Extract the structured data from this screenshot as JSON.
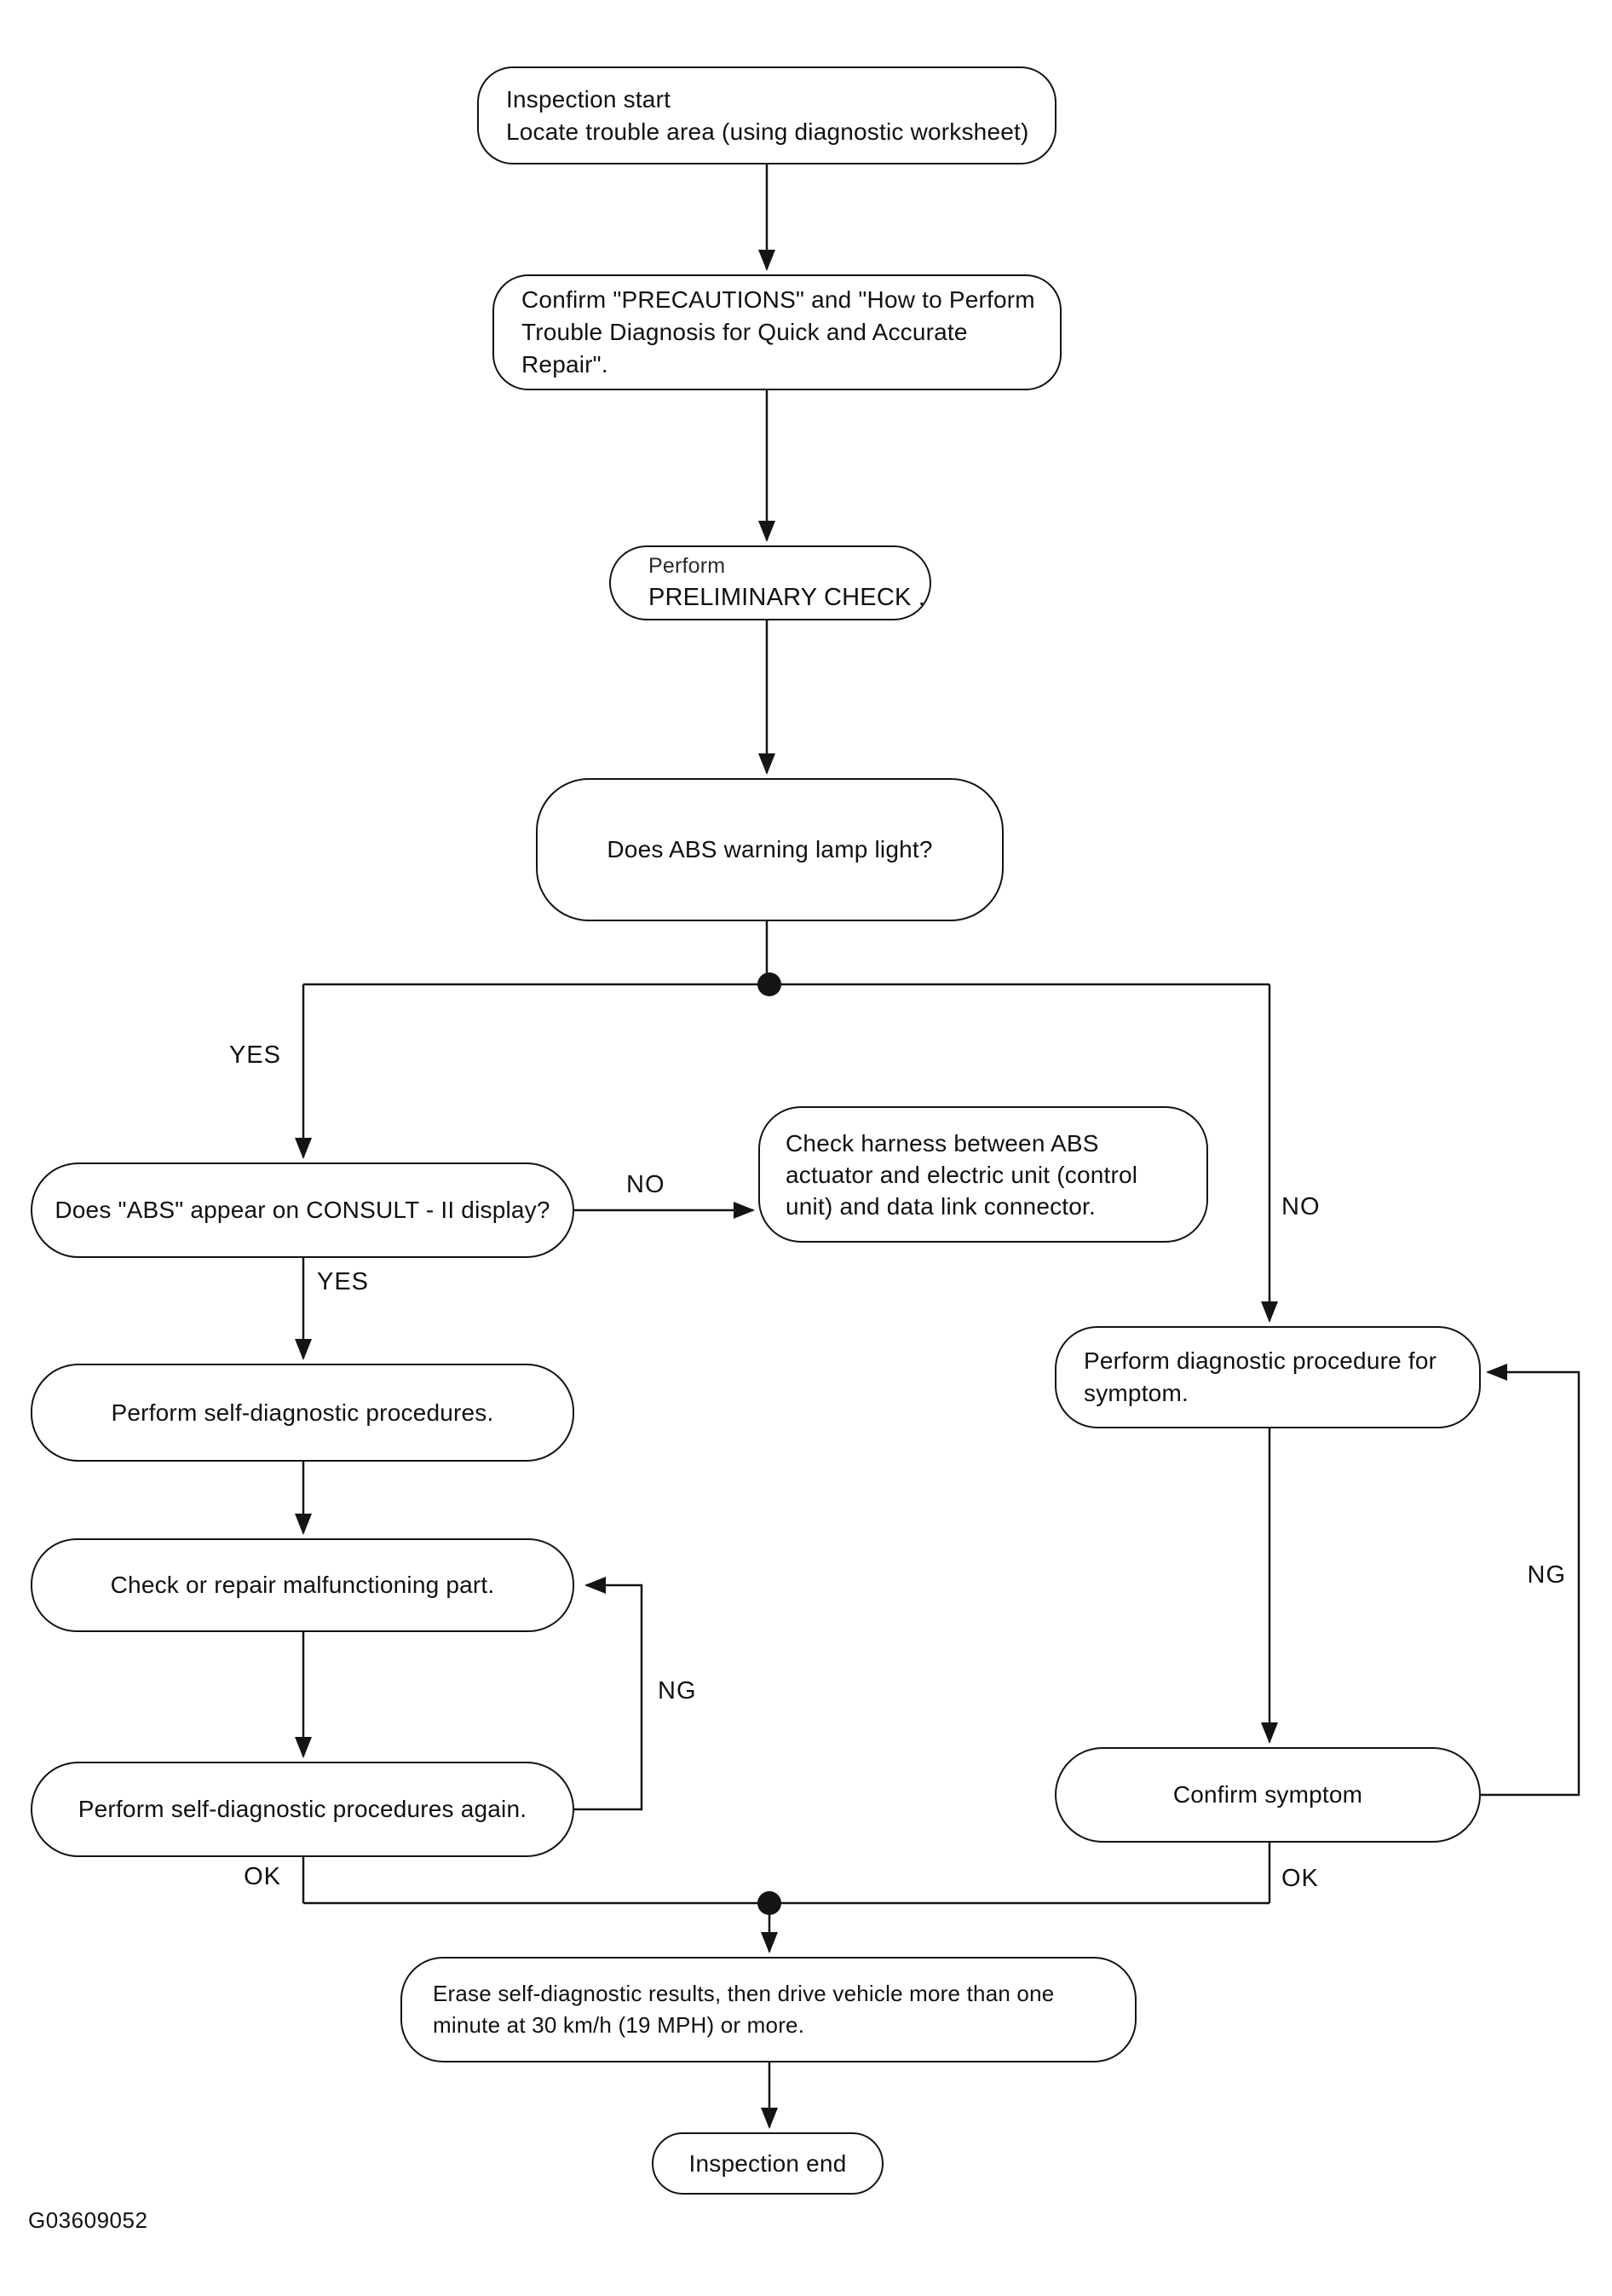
{
  "figure_id": "G03609052",
  "colors": {
    "ink": "#141414",
    "paper": "#ffffff"
  },
  "flowchart": {
    "nodes": {
      "inspection_start": {
        "lines": [
          "Inspection start",
          "Locate trouble area (using diagnostic worksheet)"
        ]
      },
      "confirm_precautions": {
        "lines": [
          "Confirm \"PRECAUTIONS\" and \"How to Perform",
          "Trouble Diagnosis for Quick and Accurate",
          "Repair\"."
        ]
      },
      "preliminary_check": {
        "lines": [
          "Perform",
          "PRELIMINARY CHECK ."
        ]
      },
      "abs_lamp_question": {
        "lines": [
          "Does ABS warning lamp light?"
        ]
      },
      "consult_question": {
        "lines": [
          "Does \"ABS\" appear on CONSULT - II display?"
        ]
      },
      "check_harness": {
        "lines": [
          "Check harness between ABS",
          "actuator and electric unit (control",
          "unit) and data link connector."
        ]
      },
      "self_diagnostic": {
        "lines": [
          "Perform self-diagnostic procedures."
        ]
      },
      "check_repair": {
        "lines": [
          "Check or repair malfunctioning part."
        ]
      },
      "self_diagnostic_again": {
        "lines": [
          "Perform self-diagnostic procedures again."
        ]
      },
      "diagnostic_symptom": {
        "lines": [
          "Perform diagnostic procedure for",
          "symptom."
        ]
      },
      "confirm_symptom": {
        "lines": [
          "Confirm symptom"
        ]
      },
      "erase_results": {
        "lines": [
          "Erase self-diagnostic results, then drive vehicle more than one",
          "minute at  30 km/h (19 MPH) or more."
        ]
      },
      "inspection_end": {
        "lines": [
          "Inspection end"
        ]
      }
    },
    "labels": {
      "yes_branch": "YES",
      "yes_consult": "YES",
      "no_consult": "NO",
      "no_branch": "NO",
      "ng_left": "NG",
      "ng_right": "NG",
      "ok_left": "OK",
      "ok_right": "OK"
    }
  }
}
